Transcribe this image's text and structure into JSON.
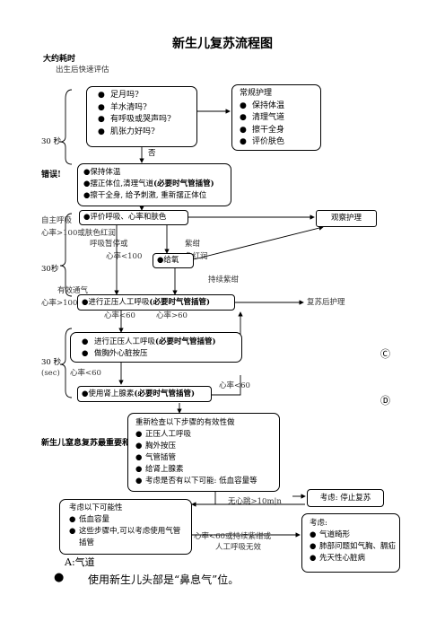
{
  "title": "新生儿复苏流程图",
  "left_header": {
    "heading": "大约耗时",
    "sub": "出生后快速评估"
  },
  "box_assess": {
    "items": [
      "足月吗?",
      "羊水清吗?",
      "有呼吸或哭声吗?",
      "肌张力好吗?"
    ]
  },
  "box_routine": {
    "heading": "常规护理",
    "items": [
      "保持体温",
      "清理气道",
      "擦干全身",
      "评价肤色"
    ]
  },
  "label_no": "否",
  "label_30s_1": "30 秒",
  "label_error": "错误!",
  "box_initial": {
    "line1": "●保持体温",
    "line2_pre": "●摆正体位,清理气道",
    "line2_bold": "(必要时气管插管)",
    "line3": "●擦干全身, 给予刺激, 重新摆正体位"
  },
  "box_evaluate": {
    "text": "●评价呼吸、心率和肤色"
  },
  "box_observe": {
    "text": "观察护理"
  },
  "label_spont": "自主呼吸",
  "label_hr100": "心率>100或肤色红润",
  "label_apnea": "呼吸暂停或",
  "label_hr_lt100": "心率<100",
  "label_cyan": "紫绀",
  "label_pink": "色红润",
  "label_30s_2": "30秒",
  "box_oxygen": {
    "text": "●给氧"
  },
  "label_persist": "持续紫绀",
  "label_effective": "有效通气",
  "label_hr100b": "心率>100",
  "box_ppv1": {
    "pre": "●进行正压人工呼吸",
    "bold": "(必要时气管插管)"
  },
  "label_post": "复苏后护理",
  "label_hr60a": "心率<60",
  "label_hr60b": "心率>60",
  "box_cpr": {
    "line1_pre": "进行正压人工呼吸",
    "line1_bold": "(必要时气管插管)",
    "line2": "做胸外心脏按压"
  },
  "label_30s_3": "30 秒",
  "label_sec": "(sec)",
  "label_hr60c": "心率<60",
  "label_c": "Ⓒ",
  "box_epi": {
    "pre": "●使用肾上腺素",
    "bold": "(必要时气管插管)"
  },
  "label_hr60d": "心率<60",
  "label_d": "Ⓓ",
  "label_reconsider": "新生儿窒息复苏最重要和",
  "box_recheck": {
    "heading": "重新检查以下步骤的有效性做",
    "items": [
      "正压人工呼吸",
      "胸外按压",
      "气管插管",
      "给肾上腺素"
    ],
    "last": "考虑是否有以下可能: 低血容量等"
  },
  "label_no_hr": "无心跳>10m|n",
  "box_stop": {
    "text": "考虑: 停止复苏"
  },
  "box_possible": {
    "heading": "考虑以下可能性",
    "items": [
      "低血容量",
      "这些步骤中,可以考虑使用气管插管"
    ]
  },
  "label_hr60e": "心率<60或持续紫绀或",
  "label_ineff": "人工呼吸无效",
  "box_consider": {
    "heading": "考虑:",
    "items": [
      "气道畸形",
      "肺部问题如气胸、膈疝",
      "先天性心脏病"
    ]
  },
  "footer": {
    "a": "A:气道",
    "bullet": "●",
    "text": "使用新生儿头部是“鼻息气”位。"
  }
}
